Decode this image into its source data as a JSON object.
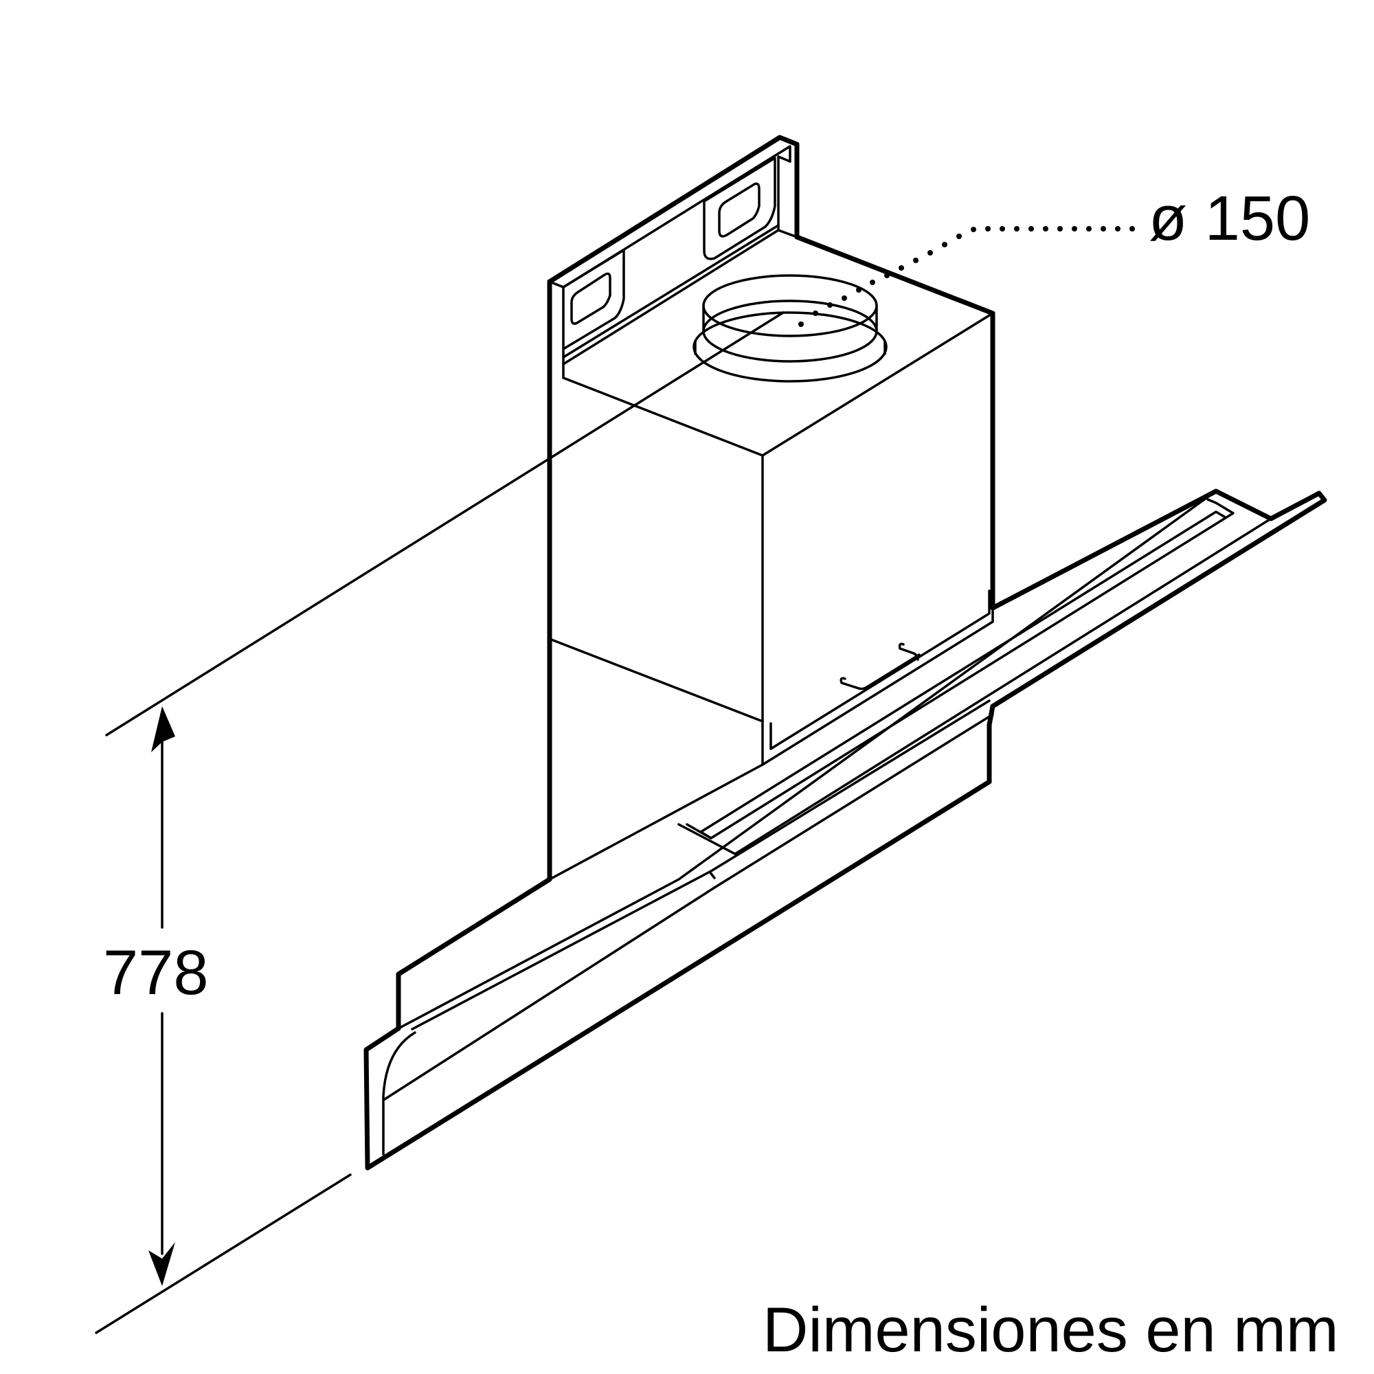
{
  "diameter_label": "ø 150",
  "height_label": "778",
  "units_caption": "Dimensiones en mm"
}
